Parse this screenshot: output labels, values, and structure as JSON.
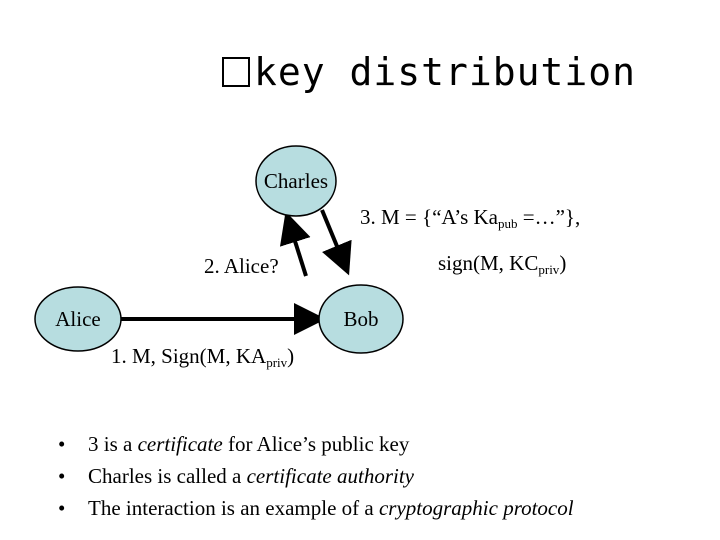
{
  "title": "key distribution",
  "nodes": {
    "charles": "Charles",
    "alice": "Alice",
    "bob": "Bob"
  },
  "messages": {
    "m1": {
      "text": "1. M, Sign(M, KA",
      "sub": "priv",
      "tail": ")"
    },
    "m2": {
      "text": "2. Alice?"
    },
    "m3_line1": {
      "pre": "3. M = {“A’s Ka",
      "sub": "pub",
      "tail": " =…”},"
    },
    "m3_line2": {
      "pre": "sign(M, KC",
      "sub": "priv",
      "tail": ")"
    }
  },
  "bullets": [
    {
      "pre": "3 is a ",
      "em": "certificate",
      "post": " for Alice’s public key"
    },
    {
      "pre": "Charles is called a ",
      "em": "certificate authority",
      "post": ""
    },
    {
      "pre": "The interaction is an example of a ",
      "em": "cryptographic protocol",
      "post": ""
    }
  ],
  "colors": {
    "node_fill": "#b7dde0",
    "stroke": "#000000"
  }
}
